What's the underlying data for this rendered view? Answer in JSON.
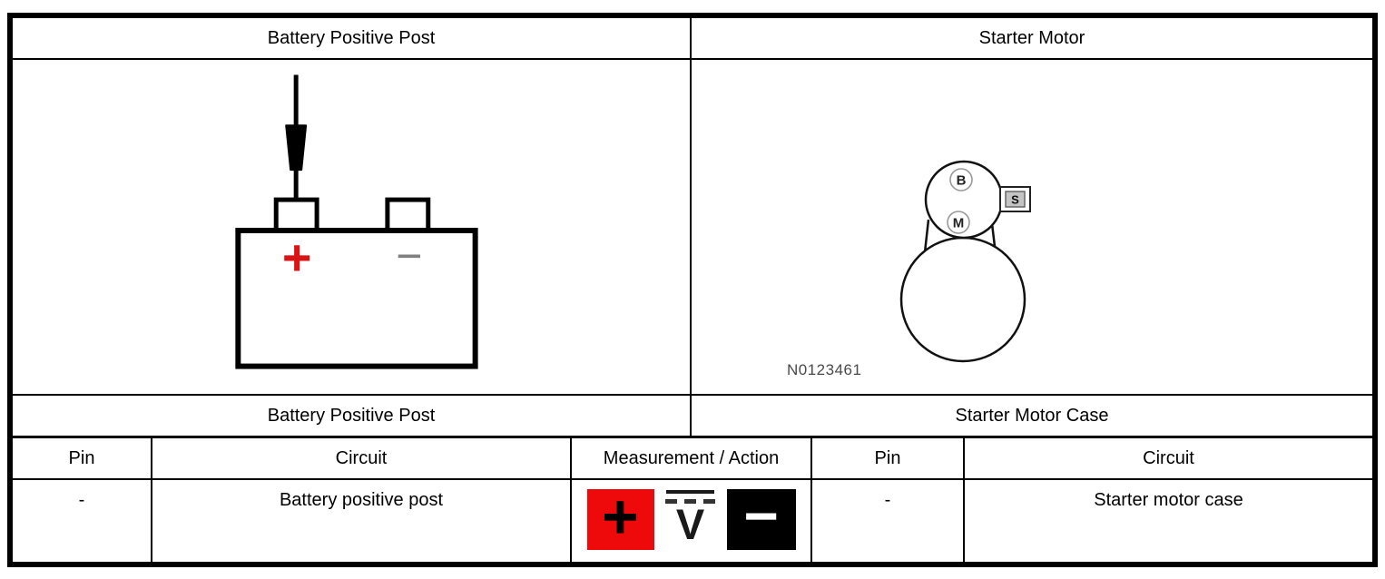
{
  "panels": {
    "left": {
      "header": "Battery Positive Post",
      "caption": "Battery Positive Post",
      "battery": {
        "plus": "+",
        "minus": "−"
      }
    },
    "right": {
      "header": "Starter Motor",
      "caption": "Starter Motor Case",
      "terminals": {
        "b": "B",
        "m": "M",
        "s": "S"
      },
      "figure_id": "N0123461"
    }
  },
  "table": {
    "headers": [
      "Pin",
      "Circuit",
      "Measurement / Action",
      "Pin",
      "Circuit"
    ],
    "row": {
      "pin_left": "-",
      "circuit_left": "Battery positive post",
      "pin_right": "-",
      "circuit_right": "Starter motor case",
      "measurement": {
        "positive_probe": "+",
        "dc_volts": "V",
        "negative_probe": "−"
      }
    }
  },
  "colors": {
    "probe_positive_red": "#ee0a0a",
    "battery_plus_red": "#d81414",
    "battery_minus_gray": "#808080",
    "probe_negative_black": "#000000",
    "figure_id_gray": "#4a4a4a"
  }
}
